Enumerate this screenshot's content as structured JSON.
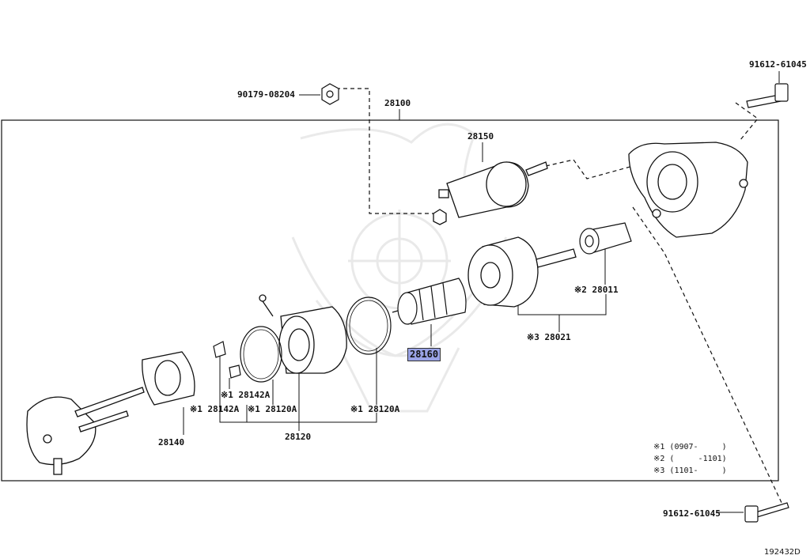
{
  "parts": {
    "p90179": "90179-08204",
    "p28100": "28100",
    "p91612_top": "91612-61045",
    "p91612_bottom": "91612-61045",
    "p28150": "28150",
    "p28011": "※2 28011",
    "p28021": "※3 28021",
    "p28160": "28160",
    "p28120A_right": "※1 28120A",
    "p28142A_upper": "※1 28142A",
    "p28142A_lower": "※1 28142A",
    "p28120A_left": "※1 28120A",
    "p28120": "28120",
    "p28140": "28140"
  },
  "notes": [
    "※1 (0907-     )",
    "※2 (     -1101)",
    "※3 (1101-     )"
  ],
  "doc_id": "192432D",
  "highlight_color": "#9aa3e6"
}
